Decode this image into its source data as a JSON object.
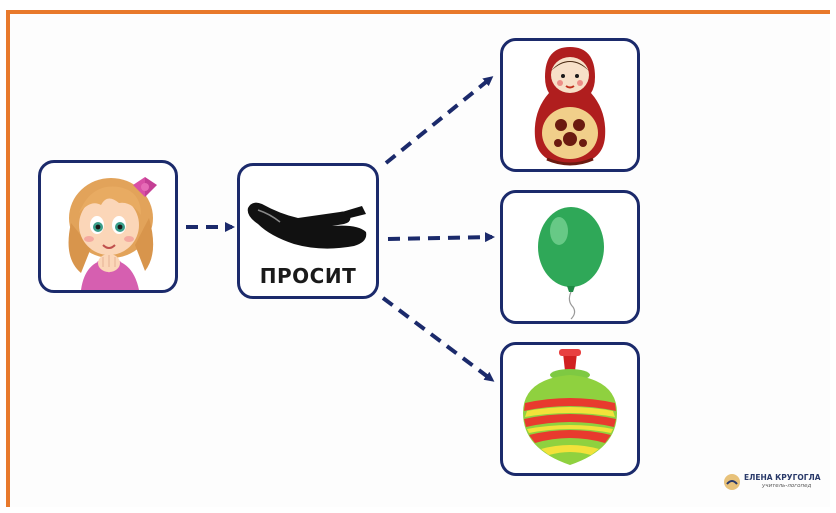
{
  "colors": {
    "frame": "#e8792b",
    "card_border": "#1b2a6b",
    "arrow": "#1b2a6b"
  },
  "scheme": {
    "subject": {
      "icon": "girl-icon"
    },
    "action": {
      "icon": "asking-hand-icon",
      "label": "ПРОСИТ"
    },
    "objects": [
      {
        "icon": "matryoshka-icon"
      },
      {
        "icon": "green-balloon-icon"
      },
      {
        "icon": "spinning-top-icon"
      }
    ]
  },
  "author": {
    "name": "ЕЛЕНА КРУГОГЛА",
    "subtitle": "учитель-логопед"
  }
}
